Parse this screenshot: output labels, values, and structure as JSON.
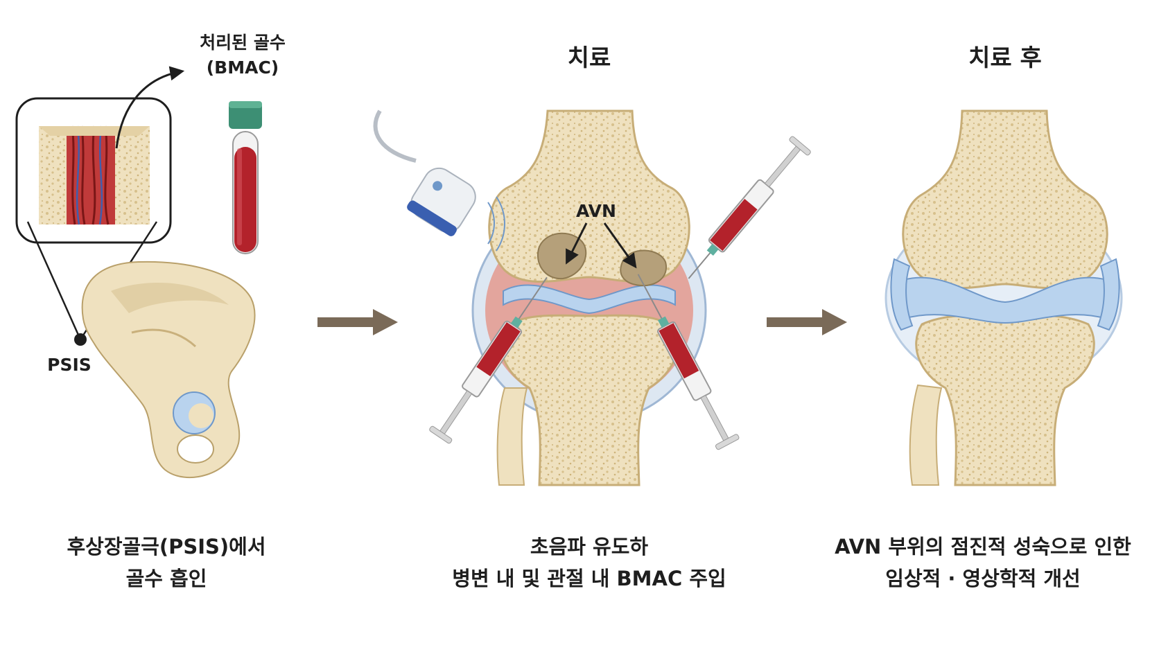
{
  "panels": [
    {
      "label_lines": [
        "처리된 골수",
        "(BMAC)"
      ],
      "marker_label": "PSIS",
      "caption_lines": [
        "후상장골극(PSIS)에서",
        "골수 흡인"
      ]
    },
    {
      "title": "치료",
      "marker_label": "AVN",
      "caption_lines": [
        "초음파 유도하",
        "병변 내 및 관절 내 BMAC 주입"
      ]
    },
    {
      "title": "치료 후",
      "caption_lines": [
        "AVN 부위의 점진적 성숙으로 인한",
        "임상적 · 영상학적 개선"
      ]
    }
  ],
  "colors": {
    "bone": "#efe1bf",
    "bone_dark": "#d8c290",
    "cartilage": "#b9d3ee",
    "cartilage_edge": "#6f98c9",
    "blood": "#b3222b",
    "synovium": "#e3a59d",
    "arrow": "#7a6a58",
    "necrosis": "#b5a07a",
    "cap": "#3d8f74"
  },
  "icons": [
    "ultrasound-probe-icon",
    "syringe-icon",
    "test-tube-icon",
    "process-arrow-icon"
  ]
}
